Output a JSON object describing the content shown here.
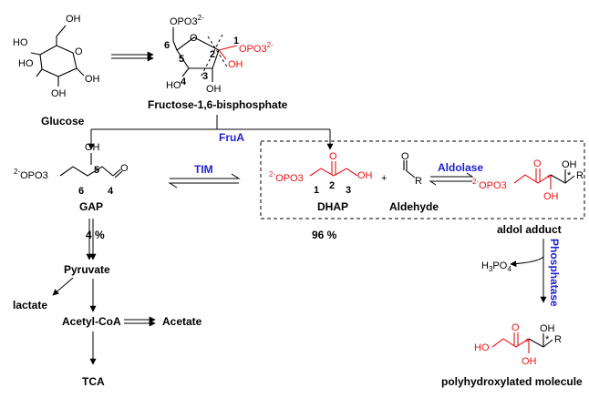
{
  "compounds": {
    "glucose": "Glucose",
    "fbp": "Fructose-1,6-bisphosphate",
    "gap": "GAP",
    "dhap": "DHAP",
    "aldehyde": "Aldehyde",
    "aldol_adduct": "aldol adduct",
    "pyruvate": "Pyruvate",
    "lactate": "lactate",
    "acetyl_coa": "Acetyl-CoA",
    "acetate": "Acetate",
    "tca": "TCA",
    "polyhydroxylated": "polyhydroxylated molecule"
  },
  "enzymes": {
    "fruA": "FruA",
    "tim": "TIM",
    "aldolase": "Aldolase",
    "phosphatase": "Phosphatase"
  },
  "yields": {
    "gap": "4 %",
    "dhap": "96 %"
  },
  "byproduct": {
    "h3po4": "H3PO4"
  },
  "atoms": {
    "oh": "OH",
    "ho": "HO",
    "o": "O",
    "r": "R",
    "p_group": "OPO3",
    "charge": "2-",
    "star": "*",
    "n1": "1",
    "n2": "2",
    "n3": "3",
    "n4": "4",
    "n5": "5",
    "n6": "6"
  },
  "colors": {
    "enzyme": "#1f1fd1",
    "highlight": "#e8141b",
    "structure": "#000000"
  }
}
